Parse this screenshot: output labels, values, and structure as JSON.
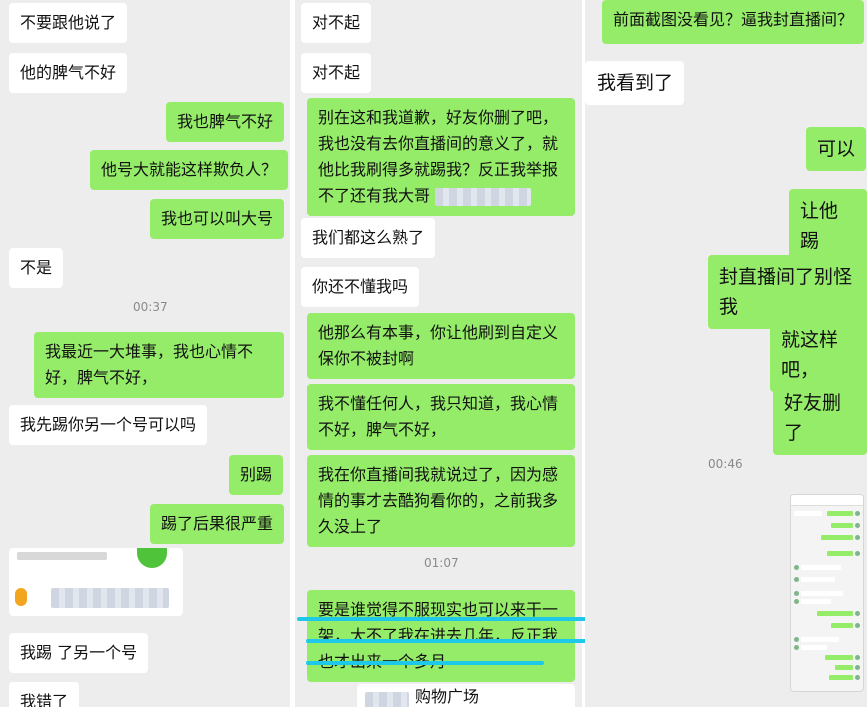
{
  "panel1": {
    "m1": "不要跟他说了",
    "m2": "他的脾气不好",
    "m3": "我也脾气不好",
    "m4": "他号大就能这样欺负人？",
    "m5": "我也可以叫大号",
    "m6": "不是",
    "ts": "00:37",
    "m7": "我最近一大堆事，我也心情不好，脾气不好，",
    "m8": "我先踢你另一个号可以吗",
    "m9": "别踢",
    "m10": "踢了后果很严重",
    "m11": "我踢 了另一个号",
    "m12": "我错了"
  },
  "panel2": {
    "m1": "对不起",
    "m2": "对不起",
    "m3": "别在这和我道歉，好友你删了吧，我也没有去你直播间的意义了，就他比我刷得多就踢我？反正我举报不了还有我大哥",
    "m4": "我们都这么熟了",
    "m5": "你还不懂我吗",
    "m6": "他那么有本事，你让他刷到自定义保你不被封啊",
    "m7": "我不懂任何人，我只知道，我心情不好，脾气不好，",
    "m8": "我在你直播间我就说过了，因为感情的事才去酷狗看你的，之前我多久没上了",
    "ts": "01:07",
    "m9": "要是谁觉得不服现实也可以来干一架，大不了我在进去几年，反正我也才出来一个多月",
    "m10": "购物广场"
  },
  "panel3": {
    "m1": "前面截图没看见？逼我封直播间？",
    "m2": "我看到了",
    "m3": "可以",
    "m4": "让他踢",
    "m5": "封直播间了别怪我",
    "m6": "就这样吧，",
    "m7": "好友删了",
    "ts": "00:46"
  },
  "colors": {
    "sent": "#95ec69",
    "received": "#ffffff",
    "background": "#ededed",
    "underline": "#1ec8e8"
  }
}
